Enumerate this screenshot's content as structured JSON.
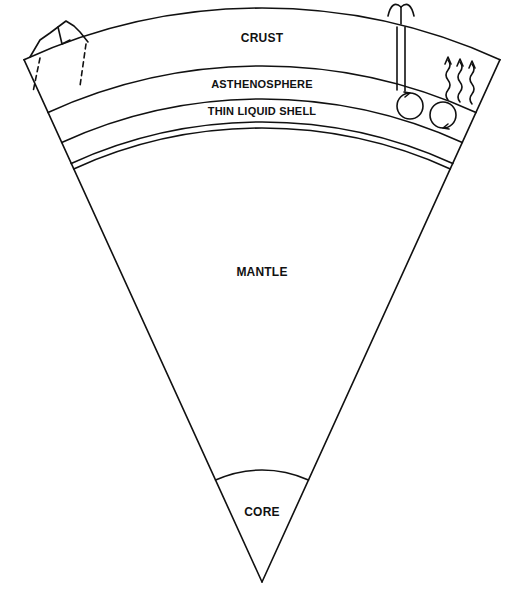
{
  "diagram": {
    "nodes": [
      {
        "text": [
          "CRUST"
        ]
      },
      {
        "text": [
          "ASTHENOSPHERE"
        ]
      },
      {
        "text": [
          "THIN LIQUID SHELL"
        ]
      },
      {
        "text": [
          "MANTLE"
        ]
      },
      {
        "text": [
          "CORE"
        ]
      }
    ]
  }
}
